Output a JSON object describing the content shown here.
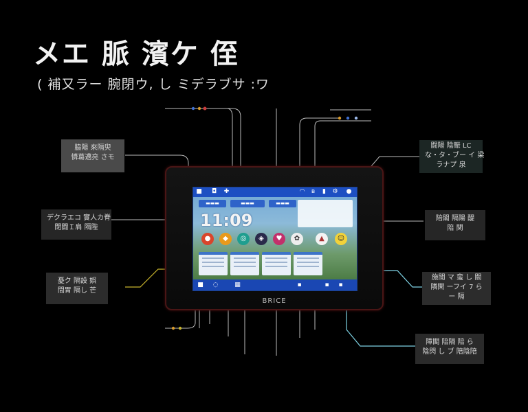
{
  "title": "メエ 脈 濱ケ 侄",
  "subtitle": "( 補又ラー 腕閉ウ, し ミデラブサ :ワ",
  "callouts": {
    "left1": {
      "line1": "脇陽 來隔臾",
      "line2": "憐葛邁亮 さモ"
    },
    "left2": {
      "line1": "デクラエコ 實人カ脊",
      "line2": "閉闘Ｉ肩 隔陛"
    },
    "left3": {
      "line1": "憂ク 隔設 娯",
      "line2": "間胃 隔し 芒"
    },
    "right1": {
      "line1": "闘陽 陰賑 LC",
      "line2": "な・タ・ブー イ 梁",
      "line3": "ラナプ 泉"
    },
    "right2": {
      "line1": "陪閣 隔陽 醍",
      "line2": "陪 関"
    },
    "right3": {
      "line1": "施聞 マ 蛮 し 關",
      "line2": "隣閑 ーフイ 7 ら",
      "line3": "ー 隔"
    },
    "right4": {
      "line1": "障閣 陪隔 陪 ら",
      "line2": "陰閃 し ブ 陪陰陪"
    }
  },
  "device": {
    "brand": "BRICE",
    "clock": "11:09",
    "tabs": [
      "▬▬▬",
      "▬▬▬",
      "▬▬▬"
    ]
  },
  "colors": {
    "background": "#000000",
    "bezel_border": "#4a1515",
    "status_bar": "#1d4fc2",
    "accent_yellow": "#c9b52c",
    "accent_cyan": "#7fd4e6"
  }
}
